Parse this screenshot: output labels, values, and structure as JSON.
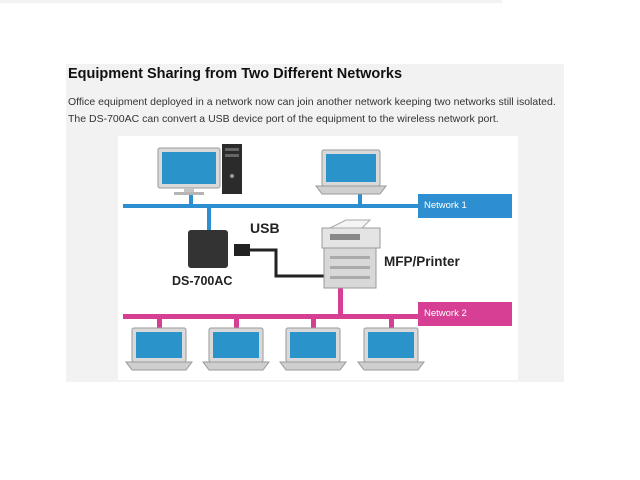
{
  "heading": "Equipment Sharing from Two Different Networks",
  "description": "Office equipment deployed in a network now can join another network keeping two networks still isolated. The DS-700AC can convert a USB device port of the equipment to the wireless network port.",
  "diagram": {
    "usb_label": "USB",
    "server_label": "DS-700AC",
    "printer_label": "MFP/Printer",
    "network1_label": "Network 1",
    "network2_label": "Network 2"
  },
  "colors": {
    "network1": "#2e8fd0",
    "network2": "#d63f93",
    "screen": "#2a93c9"
  }
}
